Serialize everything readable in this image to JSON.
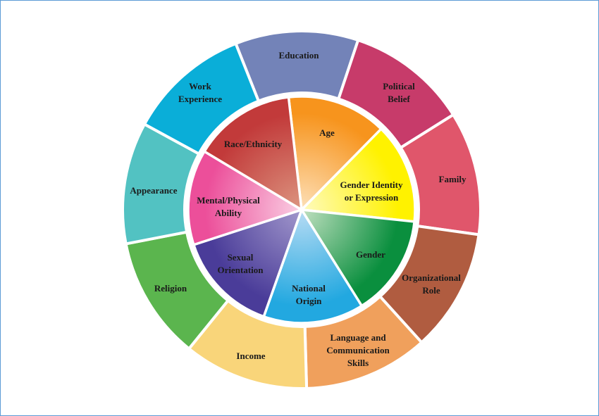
{
  "outer_ring": [
    {
      "id": "education",
      "lines": [
        "Education"
      ],
      "color": "#7383b8",
      "start": -21.6,
      "end": 18.4
    },
    {
      "id": "political-belief",
      "lines": [
        "Political",
        "Belief"
      ],
      "color": "#c73b6a",
      "start": 18.4,
      "end": 57.9
    },
    {
      "id": "family",
      "lines": [
        "Family"
      ],
      "color": "#e0566b",
      "start": 57.9,
      "end": 98
    },
    {
      "id": "organizational-role",
      "lines": [
        "Organizational",
        "Role"
      ],
      "color": "#b05c40",
      "start": 98,
      "end": 137.9
    },
    {
      "id": "language-communication-skills",
      "lines": [
        "Language and",
        "Communication",
        "Skills"
      ],
      "color": "#f0a05c",
      "start": 137.9,
      "end": 178.4
    },
    {
      "id": "income",
      "lines": [
        "Income"
      ],
      "color": "#f9d57a",
      "start": 178.4,
      "end": 219
    },
    {
      "id": "religion",
      "lines": [
        "Religion"
      ],
      "color": "#5bb54e",
      "start": 219,
      "end": 259
    },
    {
      "id": "appearance",
      "lines": [
        "Appearance"
      ],
      "color": "#52c2c2",
      "start": 259,
      "end": 298.6
    },
    {
      "id": "work-experience",
      "lines": [
        "Work",
        "Experience"
      ],
      "color": "#0aaed8",
      "start": 298.6,
      "end": 338.4
    }
  ],
  "inner_ring": [
    {
      "id": "age",
      "lines": [
        "Age"
      ],
      "color": "#f7941d",
      "light": "#fde0b8",
      "start": -6.6,
      "end": 44.5
    },
    {
      "id": "gender-identity",
      "lines": [
        "Gender Identity",
        "or Expression"
      ],
      "color": "#fff200",
      "light": "#fffbc0",
      "start": 44.5,
      "end": 96
    },
    {
      "id": "gender",
      "lines": [
        "Gender"
      ],
      "color": "#0a8f3e",
      "light": "#c0e0c0",
      "start": 96,
      "end": 148
    },
    {
      "id": "national-origin",
      "lines": [
        "National",
        "Origin"
      ],
      "color": "#22a8e0",
      "light": "#b8dcf4",
      "start": 148,
      "end": 199.5
    },
    {
      "id": "sexual-orientation",
      "lines": [
        "Sexual",
        "Orientation"
      ],
      "color": "#4a3c99",
      "light": "#a298cc",
      "start": 199.5,
      "end": 252
    },
    {
      "id": "mental-physical-ability",
      "lines": [
        "Mental/Physical",
        "Ability"
      ],
      "color": "#ec4f9a",
      "light": "#fad0e4",
      "start": 252,
      "end": 301
    },
    {
      "id": "race-ethnicity",
      "lines": [
        "Race/Ethnicity"
      ],
      "color": "#c23a3a",
      "light": "#dc9580",
      "start": 301,
      "end": 353.4
    }
  ]
}
